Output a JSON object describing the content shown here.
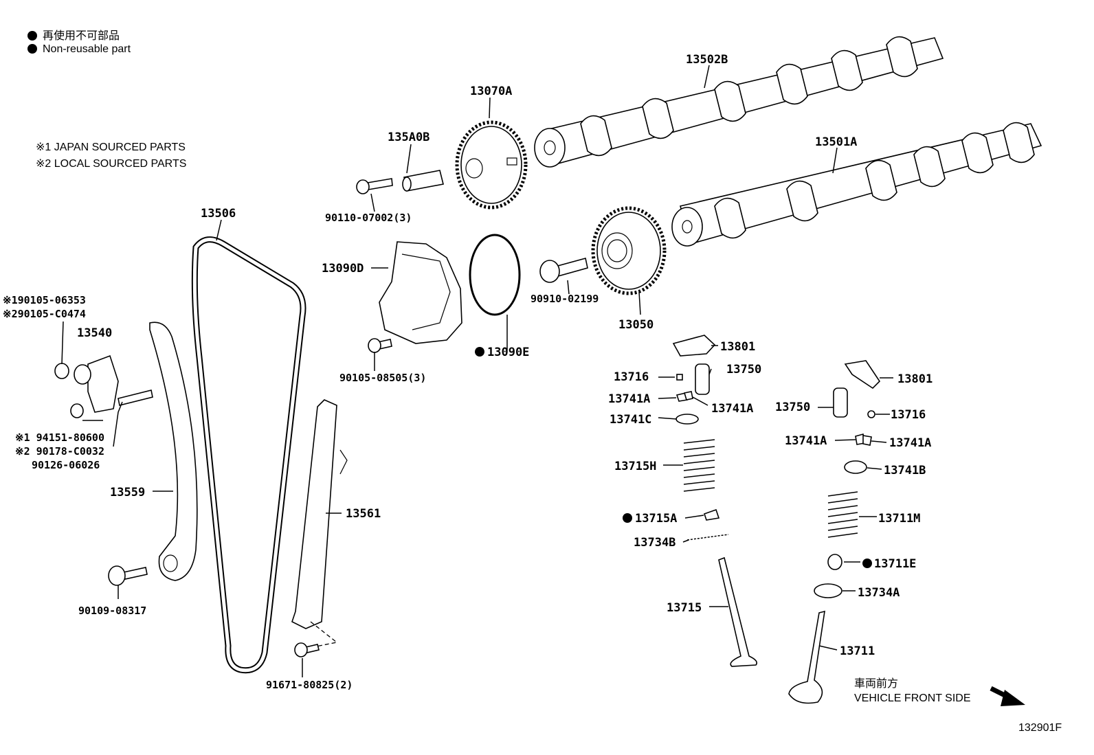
{
  "legend": {
    "non_reusable_jp": "再使用不可部品",
    "non_reusable_en": "Non-reusable part",
    "japan_sourced": "※1 JAPAN SOURCED PARTS",
    "local_sourced": "※2 LOCAL SOURCED PARTS"
  },
  "parts": {
    "p13502B": "13502B",
    "p13070A": "13070A",
    "p135A0B": "135A0B",
    "p13501A": "13501A",
    "p90110": "90110-07002(3)",
    "p13506": "13506",
    "p13090D": "13090D",
    "p90910": "90910-02199",
    "p13050": "13050",
    "p90105a": "※190105-06353",
    "p90105b": "※290105-C0474",
    "p13540": "13540",
    "p90105c": "90105-08505(3)",
    "p13090E": "13090E",
    "p13801a": "13801",
    "p13716a": "13716",
    "p13750a": "13750",
    "p13741Aa": "13741A",
    "p13741Ab": "13741A",
    "p13741C": "13741C",
    "p13801b": "13801",
    "p13750b": "13750",
    "p13716b": "13716",
    "p13741Ac": "13741A",
    "p13741Ad": "13741A",
    "p13741B": "13741B",
    "p94151": "※1 94151-80600",
    "p90178": "※2 90178-C0032",
    "p90126": "90126-06026",
    "p13715H": "13715H",
    "p13559": "13559",
    "p13561": "13561",
    "p13715A": "13715A",
    "p13711M": "13711M",
    "p13734B": "13734B",
    "p13711E": "13711E",
    "p13734A": "13734A",
    "p90109": "90109-08317",
    "p13715": "13715",
    "p13711": "13711",
    "p91671": "91671-80825(2)"
  },
  "direction": {
    "jp": "車両前方",
    "en": "VEHICLE FRONT SIDE"
  },
  "figure_id": "132901F"
}
